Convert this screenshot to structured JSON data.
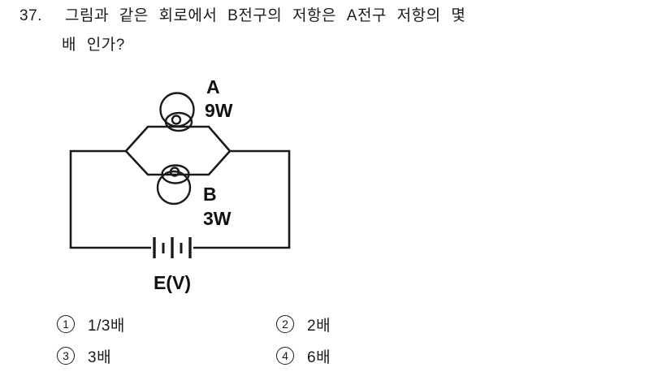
{
  "page": {
    "background": "#ffffff",
    "ink_color": "#1a1a1a"
  },
  "question": {
    "number": "37.",
    "line1": "그림과 같은 회로에서 B전구의 저항은 A전구 저항의 몇",
    "line2": "배 인가?"
  },
  "circuit": {
    "type": "parallel-bulbs-with-battery",
    "bulbs": [
      {
        "id": "A",
        "label": "A",
        "power": "9W",
        "branch": "top"
      },
      {
        "id": "B",
        "label": "B",
        "power": "3W",
        "branch": "bottom"
      }
    ],
    "battery_label": "E(V)"
  },
  "options": [
    {
      "number": "1",
      "label": "1/3배"
    },
    {
      "number": "2",
      "label": "2배"
    },
    {
      "number": "3",
      "label": "3배"
    },
    {
      "number": "4",
      "label": "6배"
    }
  ]
}
